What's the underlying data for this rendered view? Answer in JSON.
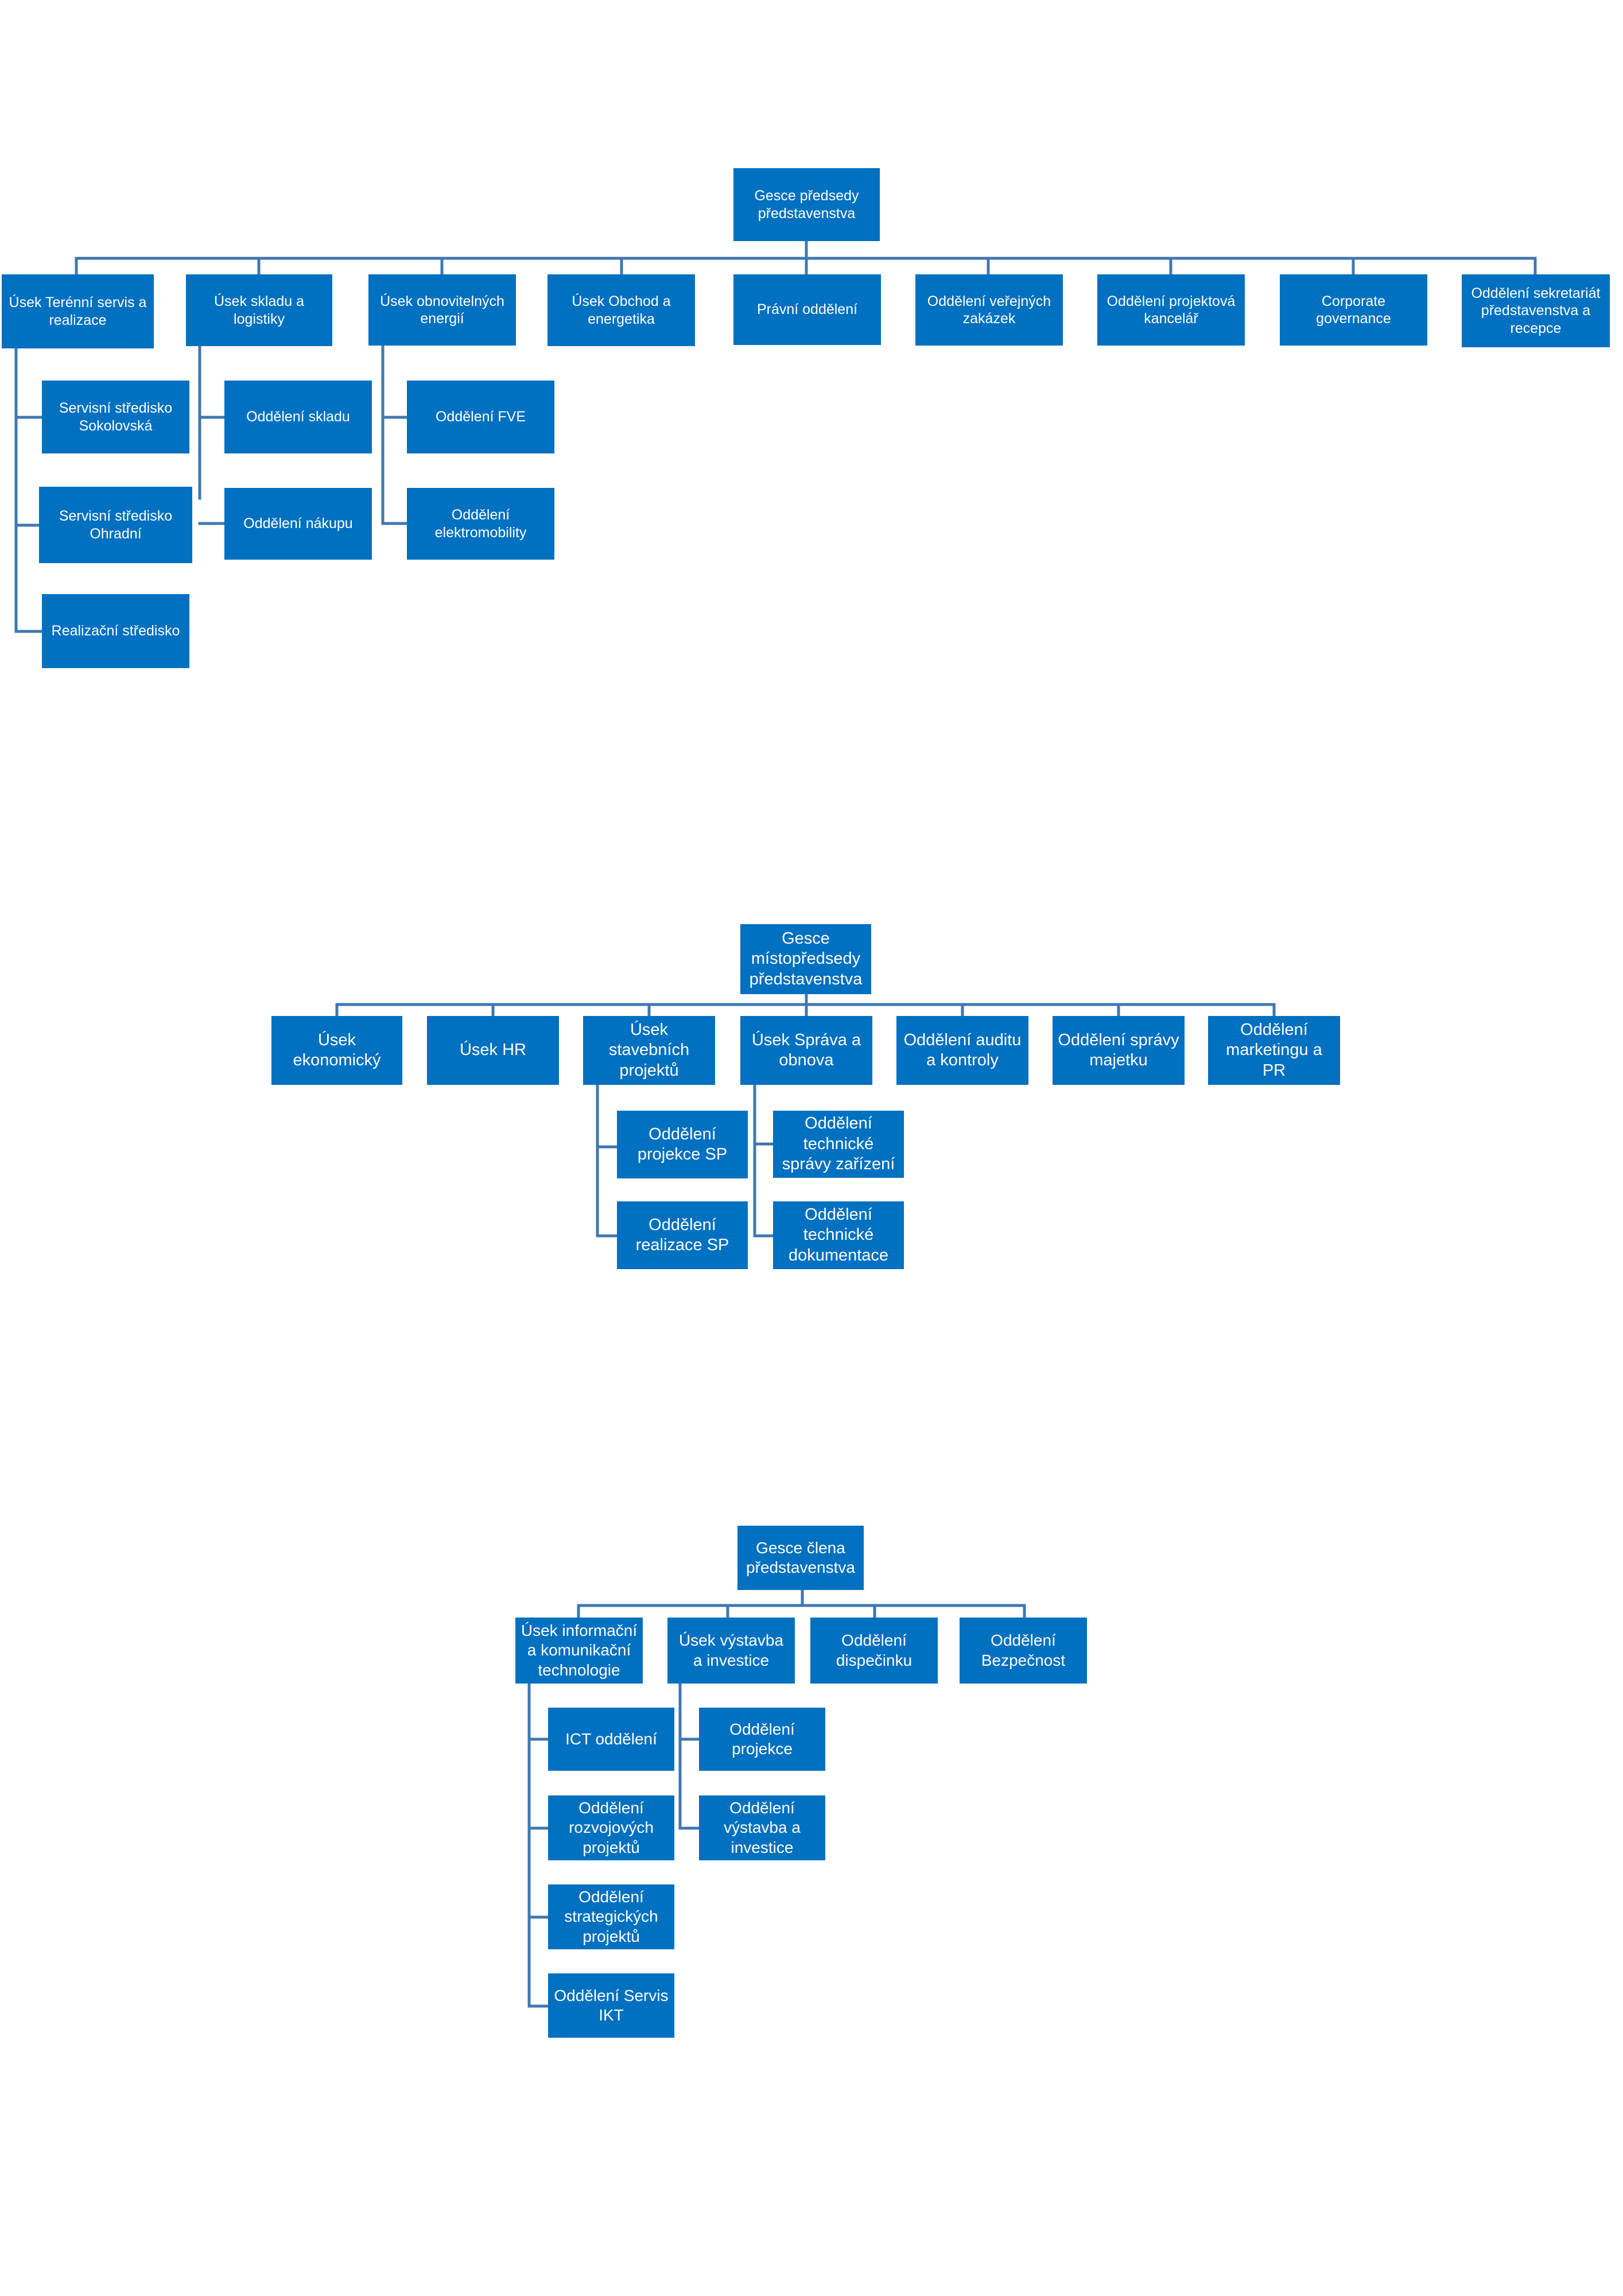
{
  "charts": {
    "chairman": {
      "root": "Gesce předsedy\npředstavenstva",
      "units": [
        "Úsek Terénní servis a\nrealizace",
        "Úsek skladu a\nlogistiky",
        "Úsek obnovitelných\nenergií",
        "Úsek Obchod a\nenergetika",
        "Právní oddělení",
        "Oddělení veřejných\nzakázek",
        "Oddělení projektová\nkancelář",
        "Corporate\ngovernance",
        "Oddělení sekretariát\npředstavenstva a\nrecepce"
      ],
      "sub_field_service": [
        "Servisní středisko\nSokolovská",
        "Servisní středisko\nOhradní",
        "Realizační středisko"
      ],
      "sub_warehouse": [
        "Oddělení skladu",
        "Oddělení nákupu"
      ],
      "sub_renewables": [
        "Oddělení FVE",
        "Oddělení\nelektromobility"
      ]
    },
    "vice_chairman": {
      "root": "Gesce\nmístopředsedy\npředstavenstva",
      "units": [
        "Úsek\nekonomický",
        "Úsek HR",
        "Úsek stavebních\nprojektů",
        "Úsek Správa a\nobnova",
        "Oddělení auditu\na kontroly",
        "Oddělení správy\nmajetku",
        "Oddělení\nmarketingu a PR"
      ],
      "sub_construction": [
        "Oddělení\nprojekce SP",
        "Oddělení\nrealizace SP"
      ],
      "sub_maintenance": [
        "Oddělení\ntechnické\nsprávy zařízení",
        "Oddělení\ntechnické\ndokumentace"
      ]
    },
    "board_member": {
      "root": "Gesce člena\npředstavenstva",
      "units": [
        "Úsek informační\na komunikační\ntechnologie",
        "Úsek výstavba\na investice",
        "Oddělení\ndispečinku",
        "Oddělení\nBezpečnost"
      ],
      "sub_ict": [
        "ICT oddělení",
        "Oddělení\nrozvojových\nprojektů",
        "Oddělení\nstrategických\nprojektů",
        "Oddělení Servis\nIKT"
      ],
      "sub_construction": [
        "Oddělení\nprojekce",
        "Oddělení\nvýstavba a\ninvestice"
      ]
    }
  }
}
